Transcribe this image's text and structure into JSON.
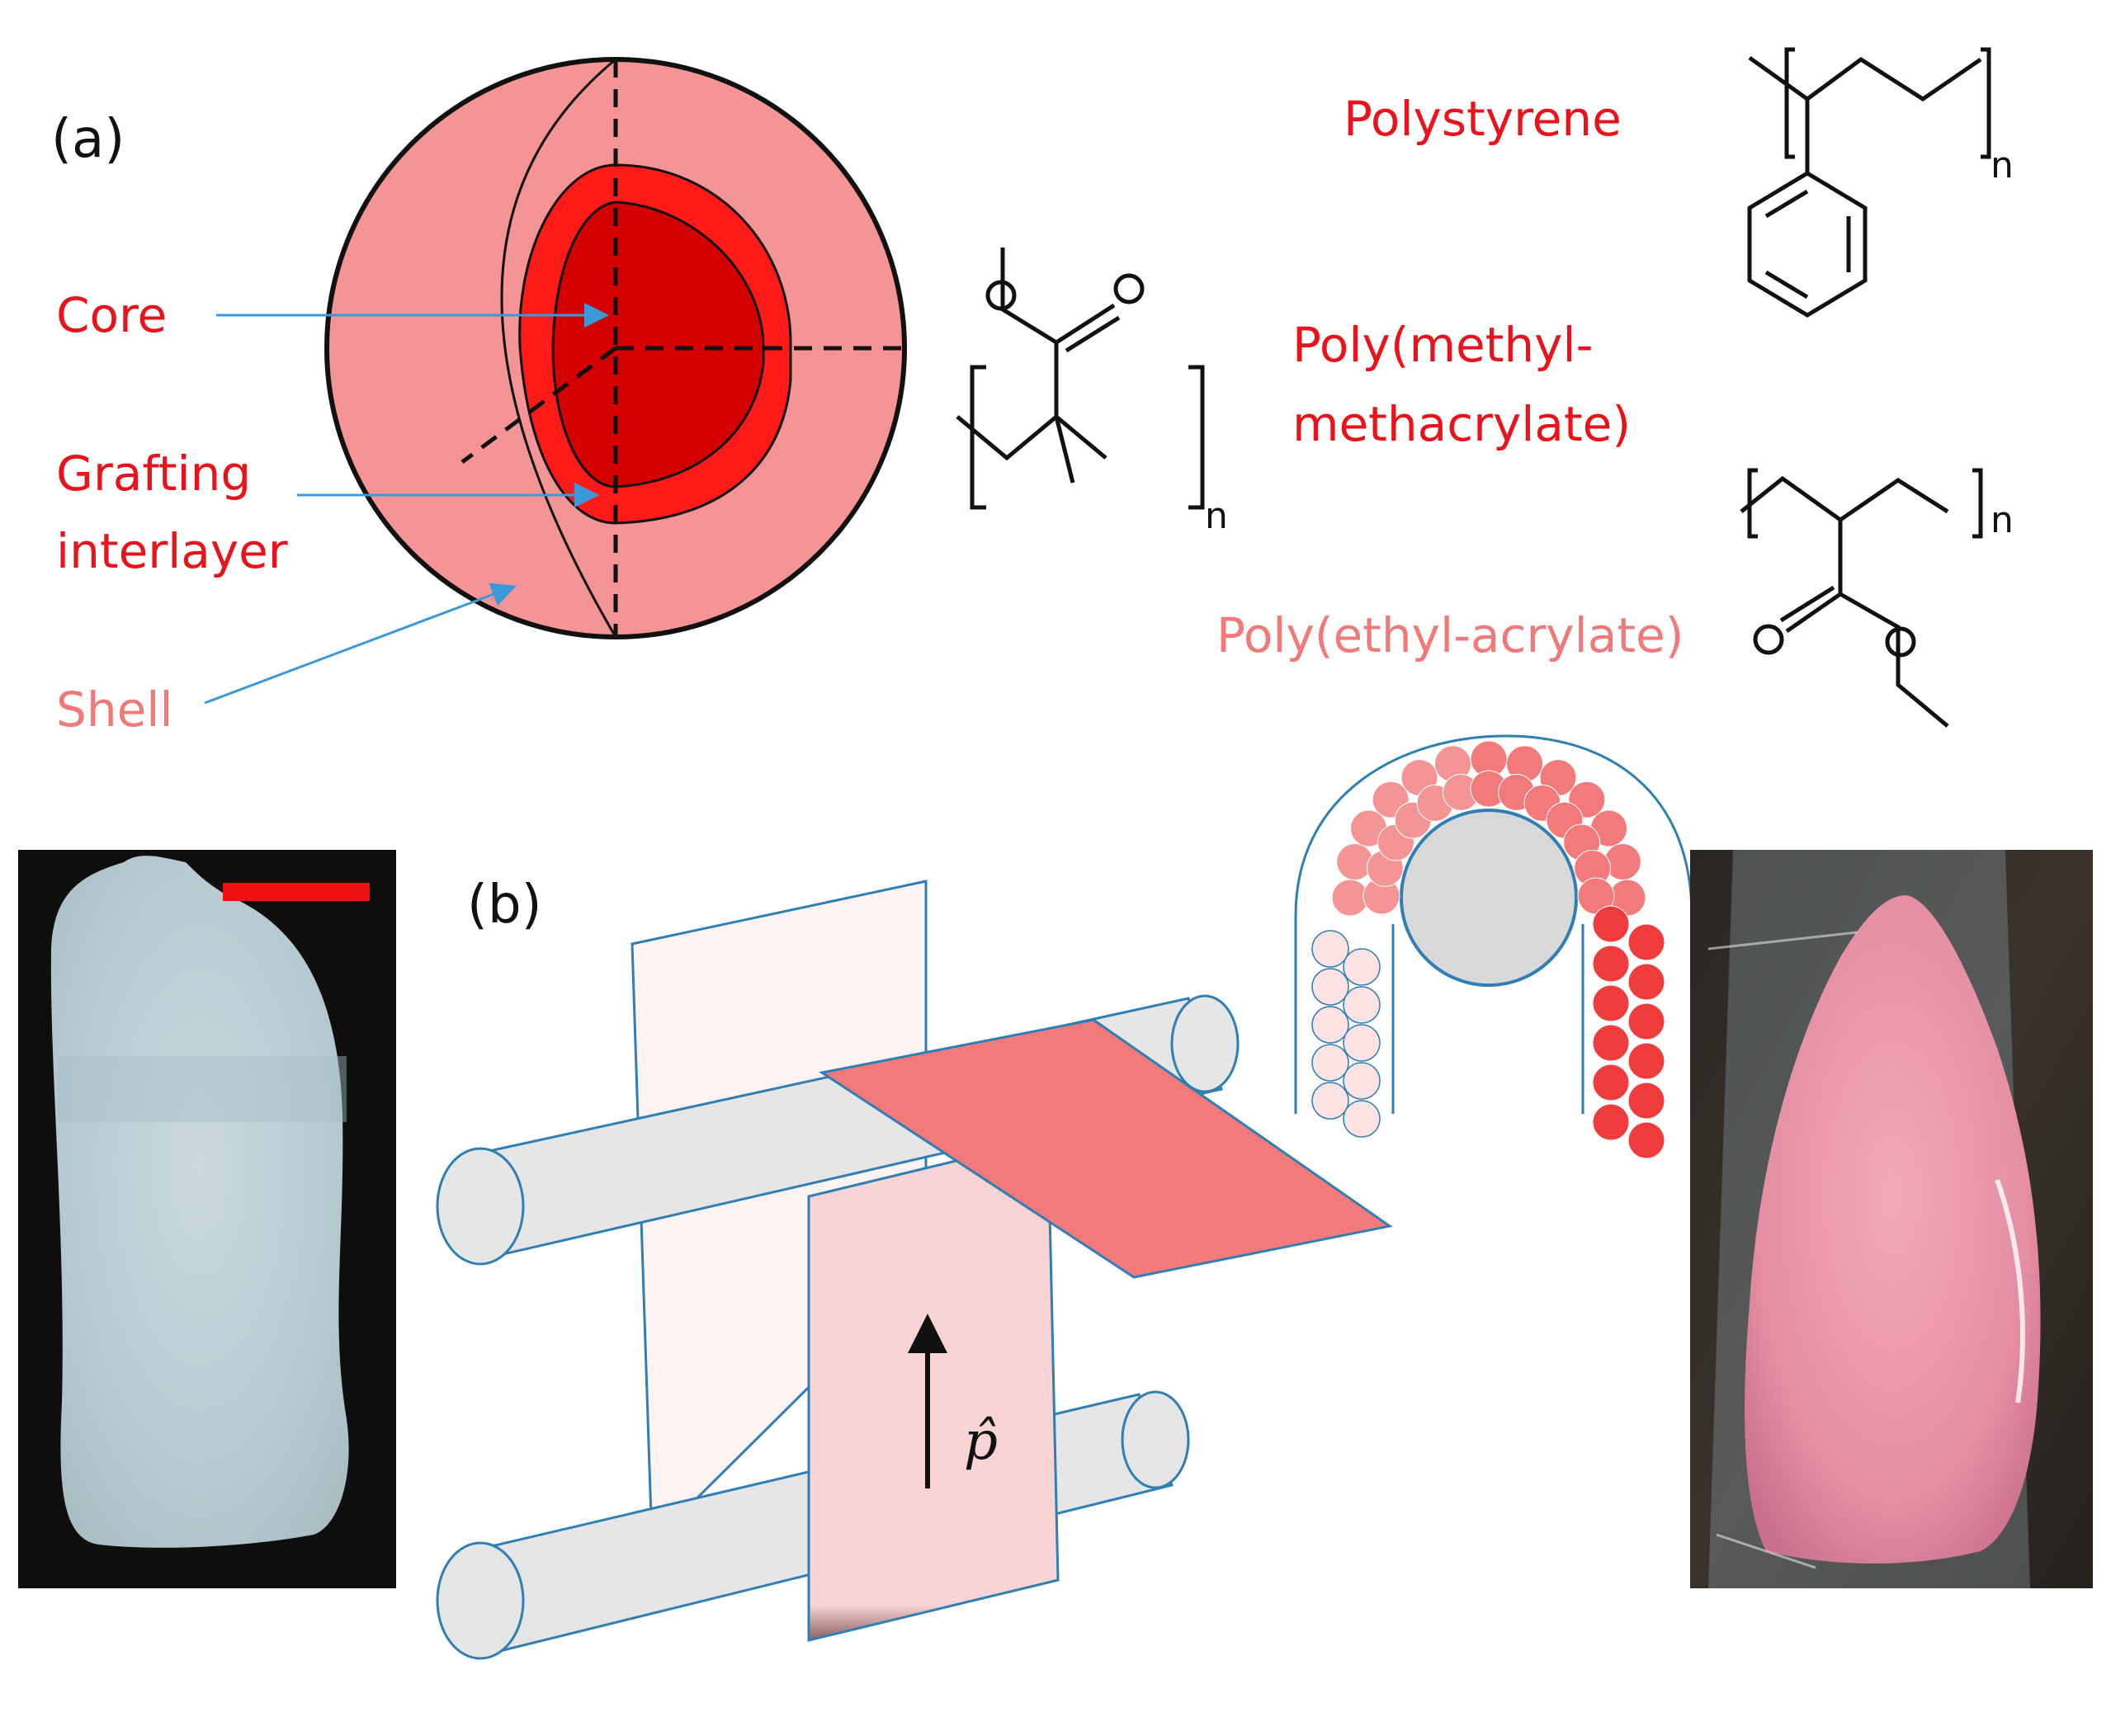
{
  "panels": {
    "a": "(a)",
    "b": "(b)"
  },
  "particle_labels": {
    "core": "Core",
    "grafting_line1": "Grafting",
    "grafting_line2": "interlayer",
    "shell": "Shell"
  },
  "polymers": {
    "polystyrene": "Polystyrene",
    "pmma_line1": "Poly(methyl-",
    "pmma_line2": "methacrylate)",
    "pea": "Poly(ethyl-acrylate)"
  },
  "chem_subscript": "n",
  "vector_label": "p̂",
  "colors": {
    "core": "#d40000",
    "interlayer": "#ff1a1a",
    "shell": "#f59494",
    "label_red": "#e8131b",
    "label_pink": "#f07a7a",
    "arrow_blue": "#3a9ad9",
    "roller_fill": "#e6e6e6",
    "roller_stroke": "#2f7fb5",
    "film_sheet": "#f27a7a",
    "film_strip": "#f9d4d4",
    "film_back": "#fdf3f3",
    "scale_bar": "#ee1111"
  }
}
